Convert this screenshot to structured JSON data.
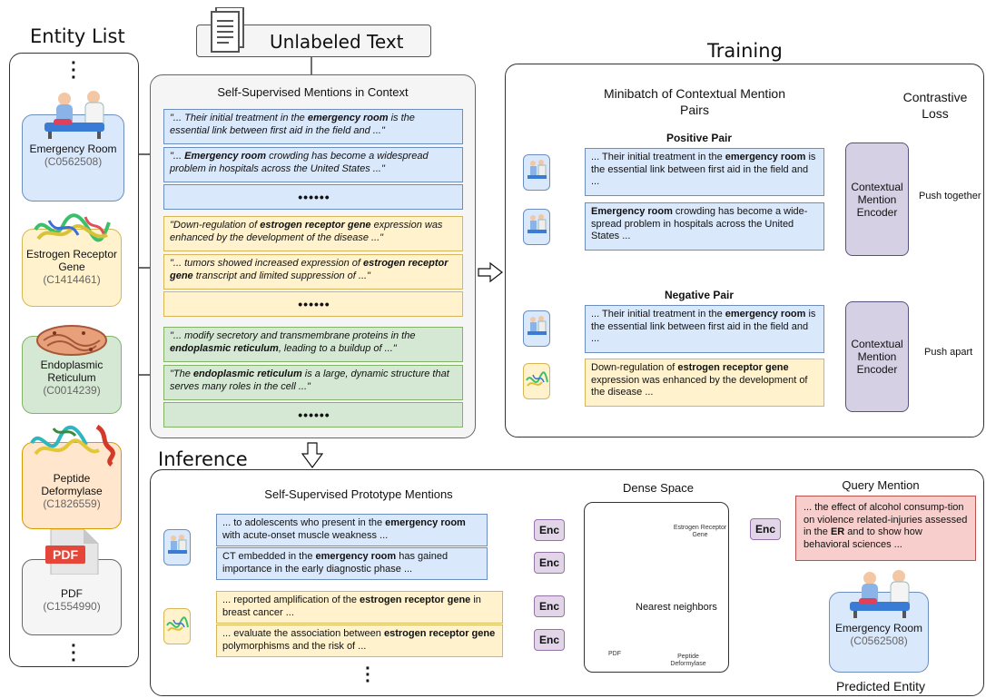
{
  "titles": {
    "entity_list": "Entity List",
    "unlabeled_text": "Unlabeled Text",
    "training": "Training",
    "inference": "Inference"
  },
  "entities": [
    {
      "name": "Emergency Room",
      "cui": "(C0562508)",
      "icon": "medical-staff-icon"
    },
    {
      "name": "Estrogen Receptor Gene",
      "cui": "(C1414461)",
      "icon": "protein-structure-icon"
    },
    {
      "name": "Endoplasmic Reticulum",
      "cui": "(C0014239)",
      "icon": "organelle-icon"
    },
    {
      "name": "Peptide Deformylase",
      "cui": "(C1826559)",
      "icon": "protein-structure-icon"
    },
    {
      "name": "PDF",
      "cui": "(C1554990)",
      "icon": "pdf-file-icon"
    }
  ],
  "context": {
    "title": "Self-Supervised Mentions in Context",
    "groups": [
      {
        "color": "blue",
        "mentions": [
          {
            "pre": "\"... Their initial treatment in the ",
            "bold": "emergency room",
            "post": " is the essential link between first aid in the field and ...\""
          },
          {
            "pre": "\"... ",
            "bold": "Emergency room",
            "post": " crowding has become a widespread problem in hospitals across the United States ...\""
          }
        ]
      },
      {
        "color": "yellow",
        "mentions": [
          {
            "pre": "\"Down-regulation of ",
            "bold": "estrogen receptor gene",
            "post": " expression was enhanced by the development of the disease ...\""
          },
          {
            "pre": "\"... tumors showed increased expression of ",
            "bold": "estrogen receptor gene",
            "post": " transcript and limited suppression of ...\""
          }
        ]
      },
      {
        "color": "green",
        "mentions": [
          {
            "pre": "\"... modify secretory and transmembrane proteins in the ",
            "bold": "endoplasmic reticulum",
            "post": ", leading to a buildup of ...\""
          },
          {
            "pre": "\"The ",
            "bold": "endoplasmic reticulum",
            "post": " is a large, dynamic structure that serves many roles in the cell ...\""
          }
        ]
      }
    ],
    "ellipsis": "••••••"
  },
  "training": {
    "minibatch_title": "Minibatch of Contextual Mention Pairs",
    "loss_title": "Contrastive Loss",
    "positive_label": "Positive Pair",
    "negative_label": "Negative Pair",
    "encoder_label": "Contextual Mention Encoder",
    "push_together": "Push together",
    "push_apart": "Push apart",
    "positive": [
      {
        "pre": "... Their initial treatment in the ",
        "bold": "emergency room",
        "post": " is the essential link between first aid in the field and ..."
      },
      {
        "pre": "",
        "bold": "Emergency room",
        "post": " crowding has become a wide-spread problem in hospitals across the United States ..."
      }
    ],
    "negative": [
      {
        "pre": "... Their initial treatment in the ",
        "bold": "emergency room",
        "post": " is the essential link between first aid in the field and ..."
      },
      {
        "pre": "Down-regulation of ",
        "bold": "estrogen receptor gene",
        "post": " expression was enhanced by the development of the disease ..."
      }
    ]
  },
  "inference": {
    "prototype_title": "Self-Supervised Prototype Mentions",
    "dense_title": "Dense Space",
    "query_title": "Query Mention",
    "enc_label": "Enc",
    "nearest_label": "Nearest neighbors",
    "predicted_label": "Predicted Entity",
    "predicted_name": "Emergency Room",
    "predicted_cui": "(C0562508)",
    "query": {
      "pre": "... the effect of alcohol consump-tion on violence related-injuries assessed in the ",
      "bold": "ER",
      "post": " and to show how behavioral sciences ..."
    },
    "prototypes": [
      {
        "pre": "... to adolescents who present in the ",
        "bold": "emergency room",
        "post": " with acute-onset muscle weakness ..."
      },
      {
        "pre": "CT embedded in the ",
        "bold": "emergency room",
        "post": " has gained importance in the early diagnostic phase ..."
      },
      {
        "pre": "... reported amplification of the ",
        "bold": "estrogen receptor gene",
        "post": " in breast cancer ..."
      },
      {
        "pre": "... evaluate the association between ",
        "bold": "estrogen receptor gene",
        "post": " polymorphisms and the risk of ..."
      }
    ],
    "space_labels": {
      "estrogen": "Estrogen Receptor Gene",
      "pdf": "PDF",
      "peptide": "Peptide Deformylase"
    },
    "vertical_dots": "⋮"
  },
  "colors": {
    "blue": "#dae8fc",
    "yellow": "#fff2cc",
    "green": "#d5e8d4",
    "orange": "#ffe6cc",
    "red": "#f8cecc",
    "purple": "#d6d0e5",
    "arrow_green": "#82b366",
    "arrow_red": "#b85450"
  }
}
